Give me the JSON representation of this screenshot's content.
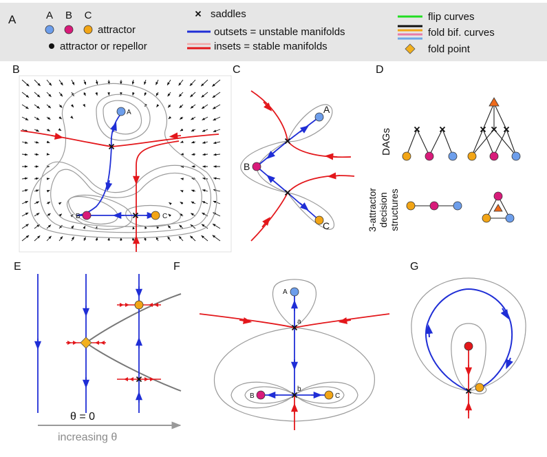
{
  "colors": {
    "attractor_a": "#6d9eeb",
    "attractor_b": "#d81b7a",
    "attractor_c": "#f2a516",
    "unstable": "#1f2ed6",
    "stable": "#e3171b",
    "stable_light": "#f3a7a7",
    "flip": "#22dd22",
    "fold_black": "#111111",
    "fold_orange": "#f2a516",
    "fold_pink": "#e87ca8",
    "fold_blue": "#6fa8e8",
    "fold_point": "#f2b01e",
    "contour": "#9a9a9a",
    "dag_top": "#ee6a1a",
    "legend_bg": "#e6e6e6"
  },
  "legend": {
    "panel": "A",
    "attractor_letters": [
      "A",
      "B",
      "C"
    ],
    "attractor_text": "attractor",
    "attractor_or_repellor_text": "attractor or repellor",
    "saddles_text": "saddles",
    "outsets_text": "outsets = unstable manifolds",
    "insets_text": "insets = stable manifolds",
    "flip_text": "flip curves",
    "fold_text": "fold bif. curves",
    "fold_point_text": "fold point"
  },
  "panels": {
    "b": {
      "label": "B",
      "pt_a": "A",
      "pt_b": "B",
      "pt_c": "C"
    },
    "c": {
      "label": "C",
      "pt_a": "A",
      "pt_b": "B",
      "pt_c": "C"
    },
    "d": {
      "label": "D",
      "dags_text": "DAGs",
      "decision_line1": "3-attractor",
      "decision_line2": "decision",
      "decision_line3": "structures"
    },
    "e": {
      "label": "E",
      "theta_text": "θ = 0",
      "increasing_text": "increasing θ"
    },
    "f": {
      "label": "F",
      "pt_a": "A",
      "pt_b": "B",
      "pt_c": "C",
      "saddle_a": "a",
      "saddle_b": "b"
    },
    "g": {
      "label": "G"
    }
  }
}
